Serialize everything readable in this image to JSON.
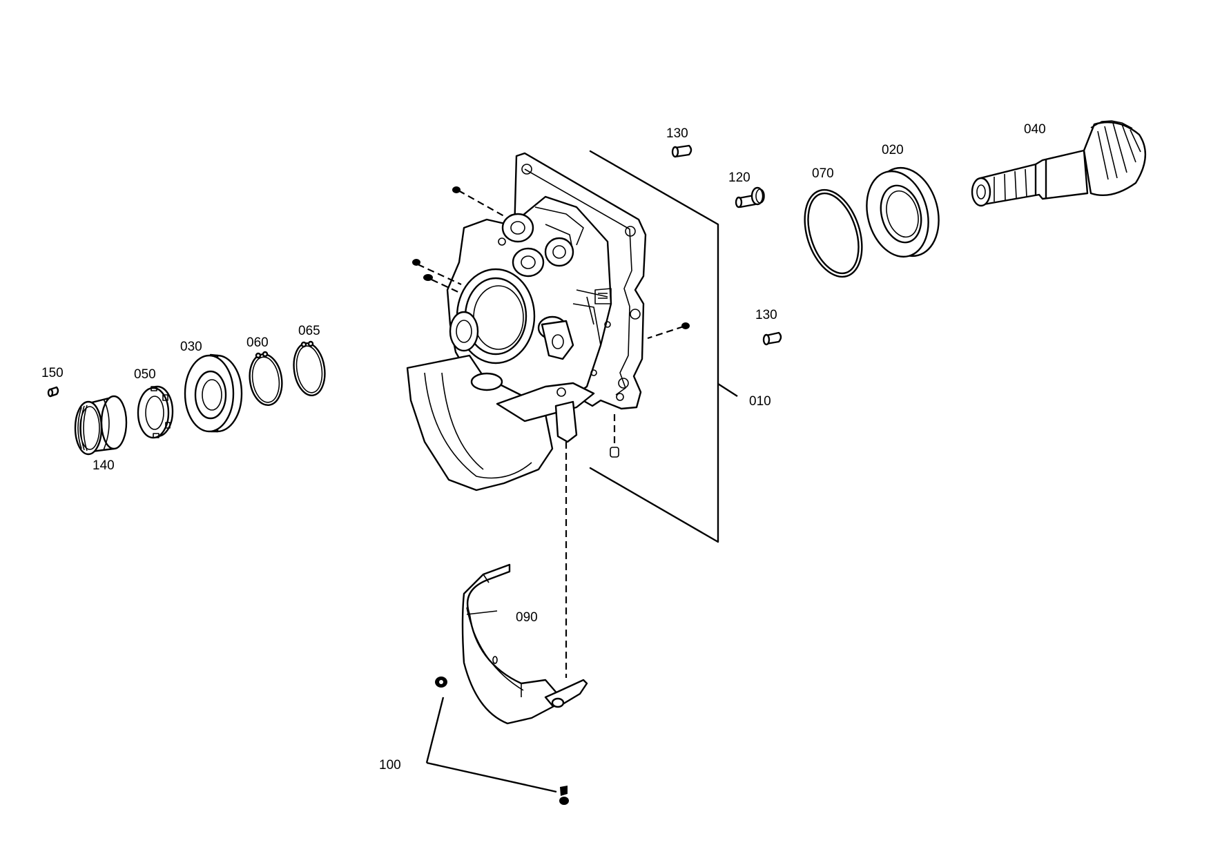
{
  "labels": {
    "p010": "010",
    "p020": "020",
    "p030": "030",
    "p040": "040",
    "p050": "050",
    "p060": "060",
    "p065": "065",
    "p070": "070",
    "p090": "090",
    "p100": "100",
    "p120": "120",
    "p130a": "130",
    "p130b": "130",
    "p140": "140",
    "p150": "150"
  }
}
